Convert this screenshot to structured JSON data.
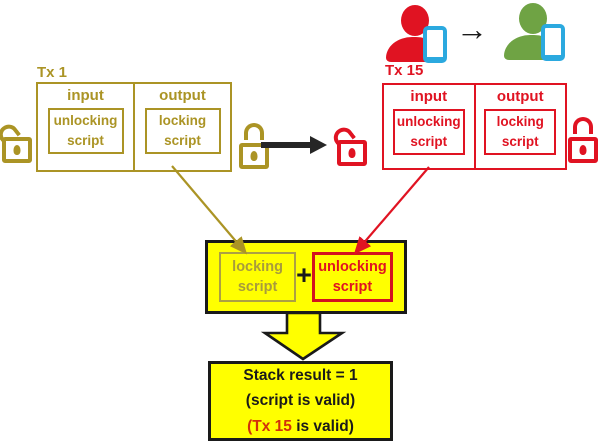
{
  "colors": {
    "olive": "#AB9425",
    "red": "#E01322",
    "yellow": "#FFFF00",
    "phone_cyan": "#2BA9DF",
    "receiver_green": "#6FA344",
    "black": "#1A1A1A"
  },
  "tx1": {
    "title": "Tx 1",
    "input_header": "input",
    "output_header": "output",
    "unlocking_script": "unlocking script",
    "locking_script": "locking script"
  },
  "tx15": {
    "title": "Tx 15",
    "input_header": "input",
    "output_header": "output",
    "unlocking_script": "unlocking script",
    "locking_script": "locking script"
  },
  "transfer": {
    "arrow_glyph": "→"
  },
  "validation_box": {
    "locking_script": "locking script",
    "plus": "+",
    "unlocking_script": "unlocking script"
  },
  "result_box": {
    "line1": "Stack result = 1",
    "line2": "(script is valid)",
    "line3_red": "(Tx 15",
    "line3_black": " is valid)"
  }
}
